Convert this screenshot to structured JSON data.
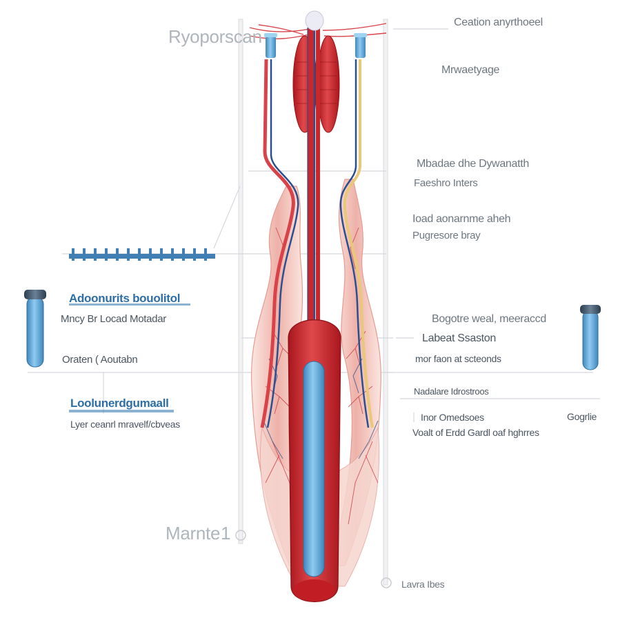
{
  "labels": {
    "top_left_title": "Ryoporscan",
    "right_1": "Ceation anyrthoeel",
    "right_2": "Mrwaetyage",
    "right_3a": "Mbadae dhe Dywanatth",
    "right_3b": "Faeshro Inters",
    "right_4a": "Ioad aonarnme aheh",
    "right_4b": "Pugresore bray",
    "left_blue_1": "Adoonurits bouolitol",
    "left_sub_1": "Mncy Br Locad Motadar",
    "left_sub_2": "Oraten ( Aoutabn",
    "left_blue_2": "Loolunerdgumaall",
    "left_sub_3": "Lyer ceanrl mravelf/cbveas",
    "right_5a": "Bogotre weal, meeraccd",
    "right_5b": "Labeat Ssaston",
    "right_5c": "mor faon at scteonds",
    "right_6": "Nadalare Idrostroos",
    "right_7a": "Inor Omedsoes",
    "right_7b": "Voalt of Erdd Gardl oaf hghrres",
    "right_far": "Gogrlie",
    "bottom_left": "Marnte",
    "bottom_left_num": "1",
    "bottom_right": "Lavra Ibes"
  },
  "colors": {
    "vessel_red": "#c8272d",
    "vein_blue": "#2b4e8f",
    "tube_blue": "#6fb4de",
    "tissue_pink": "#f3c9c2",
    "label_blue": "#2d6ea6"
  }
}
